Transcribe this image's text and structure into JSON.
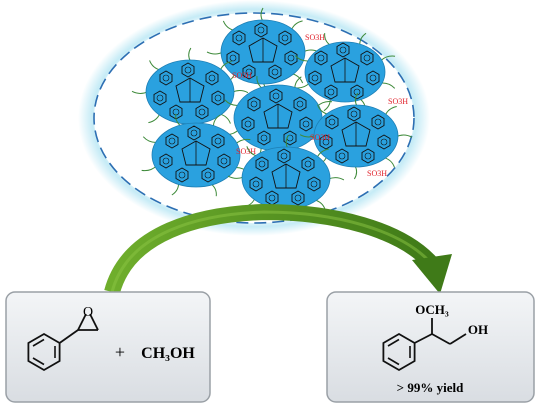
{
  "catalyst": {
    "label_so3h": "SO3H"
  },
  "reactants": {
    "epoxide": "styrene oxide",
    "plus": "+",
    "methanol": "CH₃OH"
  },
  "product": {
    "och3": "OCH₃",
    "oh": "OH",
    "yield": "> 99% yield"
  },
  "colors": {
    "particle": "#2aa1df",
    "ellipse_glow": "#bfe9f5",
    "ellipse_dash": "#2d6fb3",
    "arrow": "#4e8a1f",
    "acid_text": "#e0202a",
    "chain": "#3e8a3a",
    "box_fill": "#e6e9ed"
  }
}
